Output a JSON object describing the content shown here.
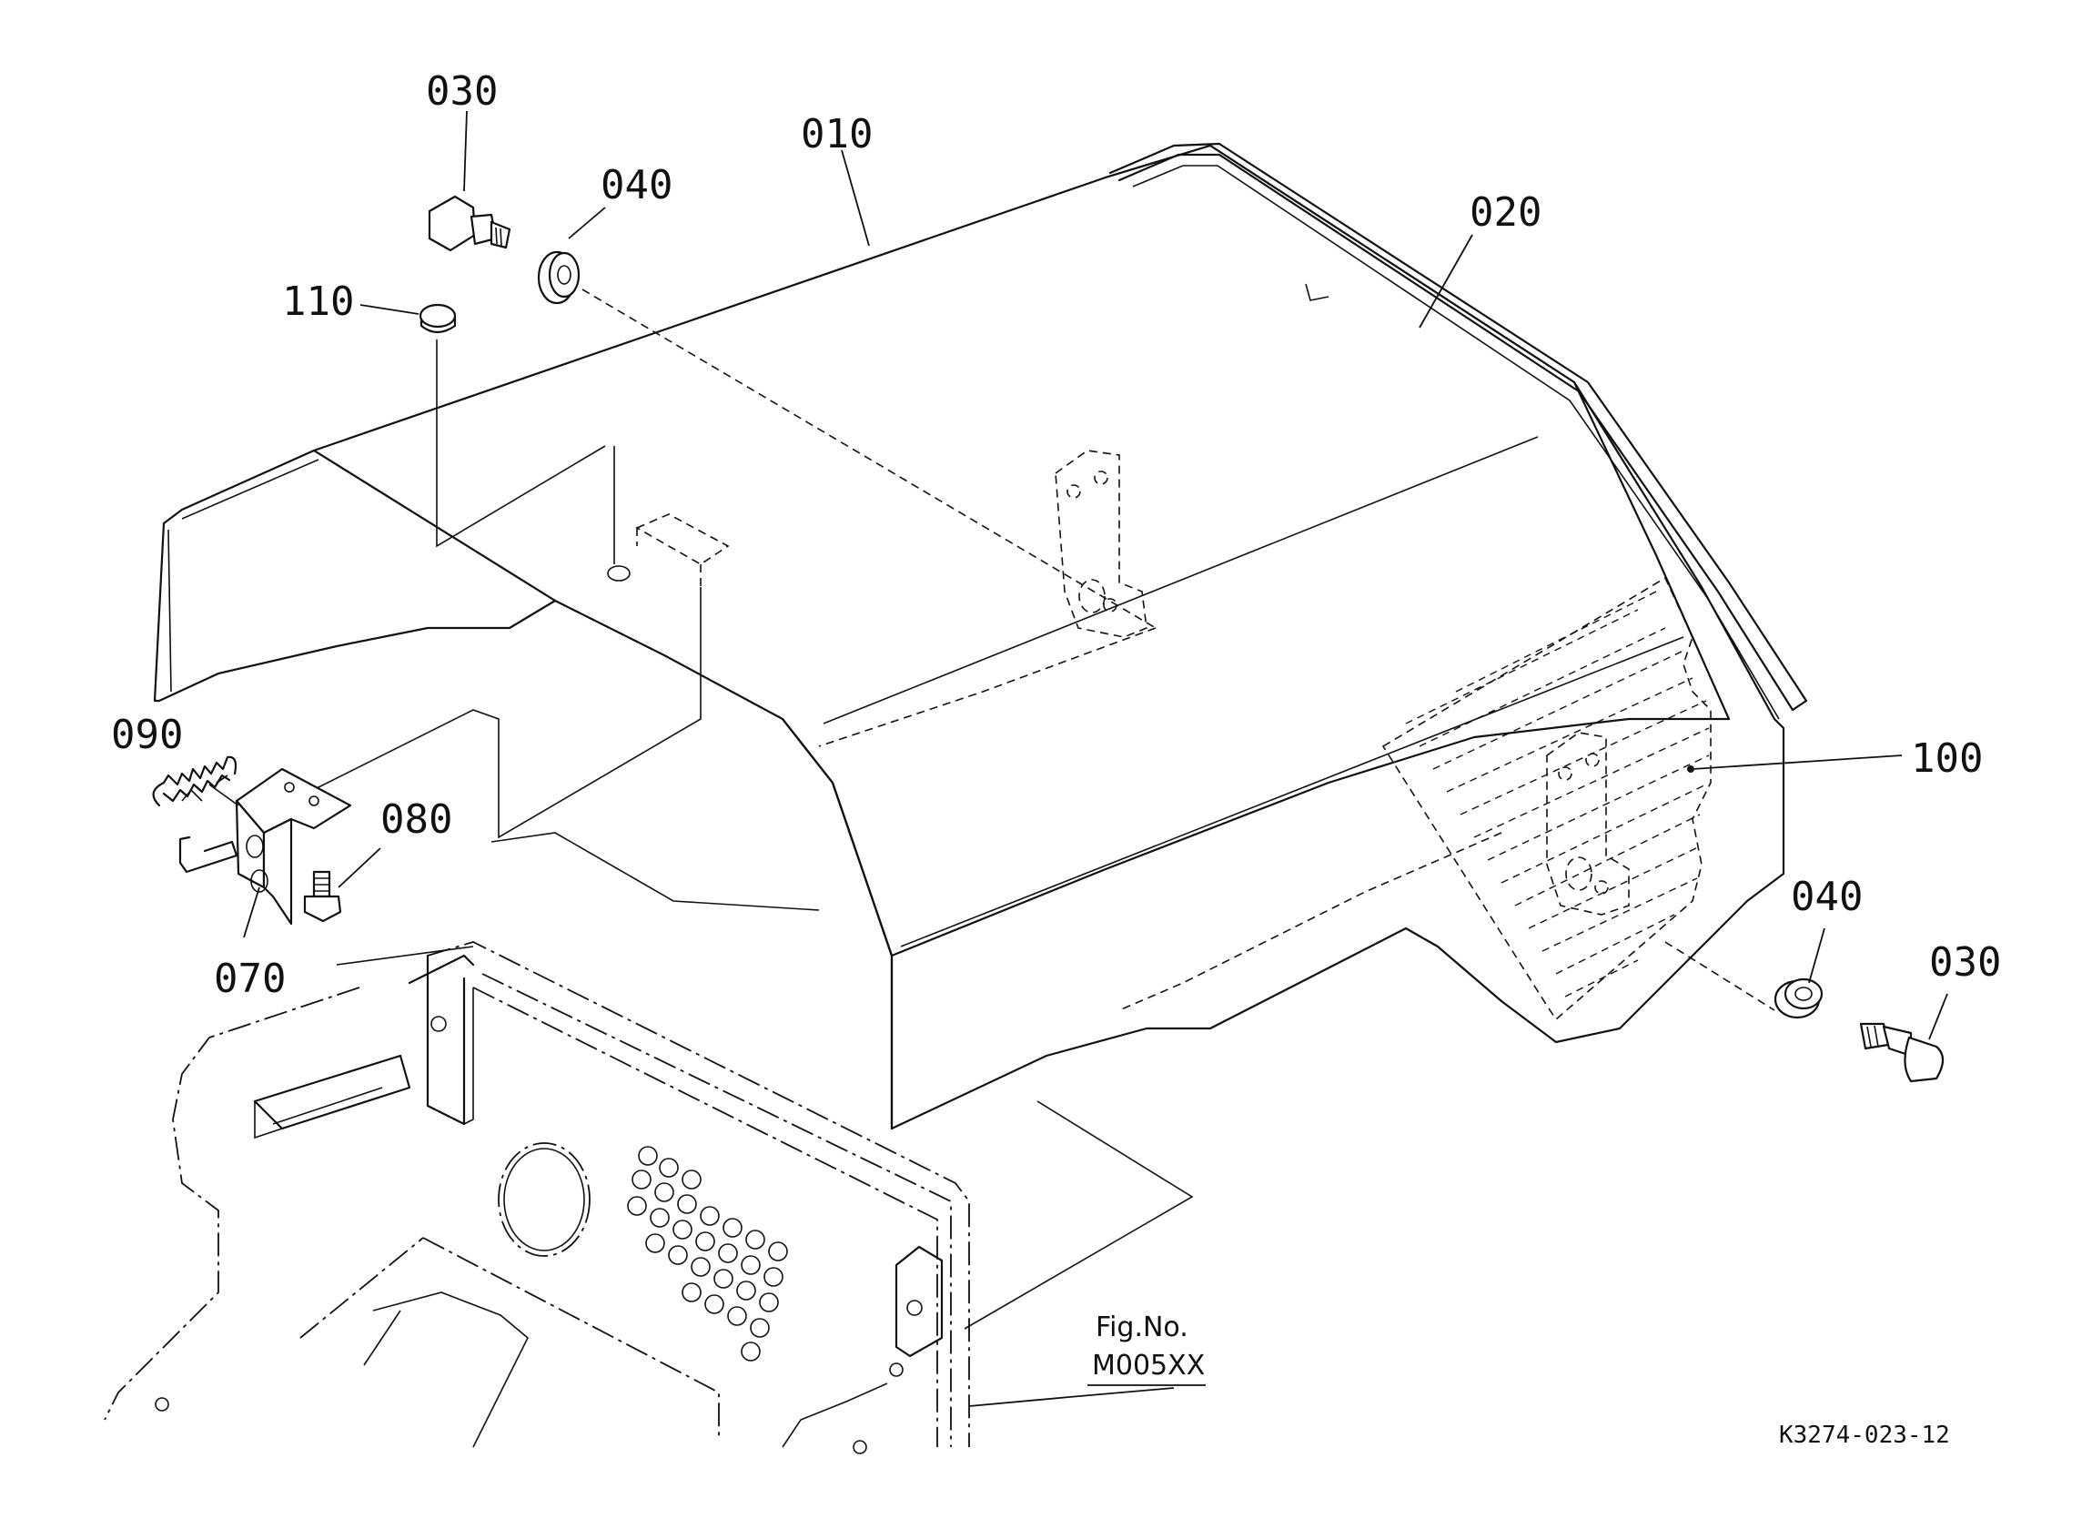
{
  "callouts": {
    "c030_top": "030",
    "c010": "010",
    "c040_top": "040",
    "c020": "020",
    "c110": "110",
    "c090": "090",
    "c080": "080",
    "c070": "070",
    "c100": "100",
    "c040_right": "040",
    "c030_right": "030"
  },
  "figure_reference": {
    "label": "Fig.No.",
    "number": "M005XX"
  },
  "drawing_id": "K3274-023-12"
}
